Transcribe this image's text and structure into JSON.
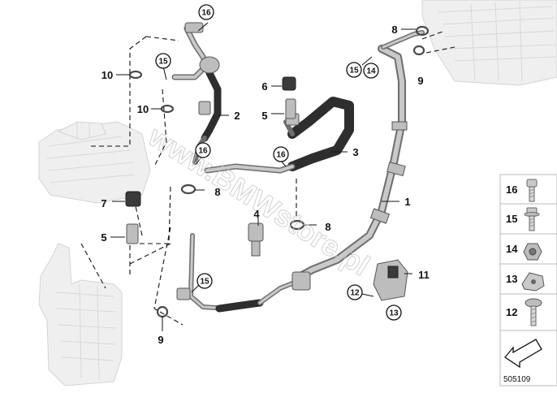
{
  "watermark": "www.BMWstore.pl",
  "document_number": "505109",
  "callouts": [
    {
      "id": "c-16a",
      "text": "16",
      "circled": true
    },
    {
      "id": "c-15a",
      "text": "15",
      "circled": true
    },
    {
      "id": "c-10a",
      "text": "10",
      "circled": false
    },
    {
      "id": "c-10b",
      "text": "10",
      "circled": false
    },
    {
      "id": "c-2",
      "text": "2",
      "circled": false
    },
    {
      "id": "c-16b",
      "text": "16",
      "circled": true
    },
    {
      "id": "c-8a",
      "text": "8",
      "circled": false
    },
    {
      "id": "c-6",
      "text": "6",
      "circled": false
    },
    {
      "id": "c-5a",
      "text": "5",
      "circled": false
    },
    {
      "id": "c-16c",
      "text": "16",
      "circled": true
    },
    {
      "id": "c-3",
      "text": "3",
      "circled": false
    },
    {
      "id": "c-8b",
      "text": "8",
      "circled": false
    },
    {
      "id": "c-15b",
      "text": "15",
      "circled": true
    },
    {
      "id": "c-14",
      "text": "14",
      "circled": true
    },
    {
      "id": "c-9a",
      "text": "9",
      "circled": false
    },
    {
      "id": "c-1",
      "text": "1",
      "circled": false
    },
    {
      "id": "c-7",
      "text": "7",
      "circled": false
    },
    {
      "id": "c-5b",
      "text": "5",
      "circled": false
    },
    {
      "id": "c-4",
      "text": "4",
      "circled": false
    },
    {
      "id": "c-8c",
      "text": "8",
      "circled": false
    },
    {
      "id": "c-15c",
      "text": "15",
      "circled": true
    },
    {
      "id": "c-11",
      "text": "11",
      "circled": false
    },
    {
      "id": "c-12",
      "text": "12",
      "circled": true
    },
    {
      "id": "c-13",
      "text": "13",
      "circled": true
    },
    {
      "id": "c-9b",
      "text": "9",
      "circled": false
    }
  ],
  "panel": {
    "items": [
      {
        "number": "16",
        "icon": "bolt-icon"
      },
      {
        "number": "15",
        "icon": "flange-bolt-icon"
      },
      {
        "number": "14",
        "icon": "nut-icon"
      },
      {
        "number": "13",
        "icon": "clip-nut-icon"
      },
      {
        "number": "12",
        "icon": "screw-icon"
      }
    ]
  }
}
